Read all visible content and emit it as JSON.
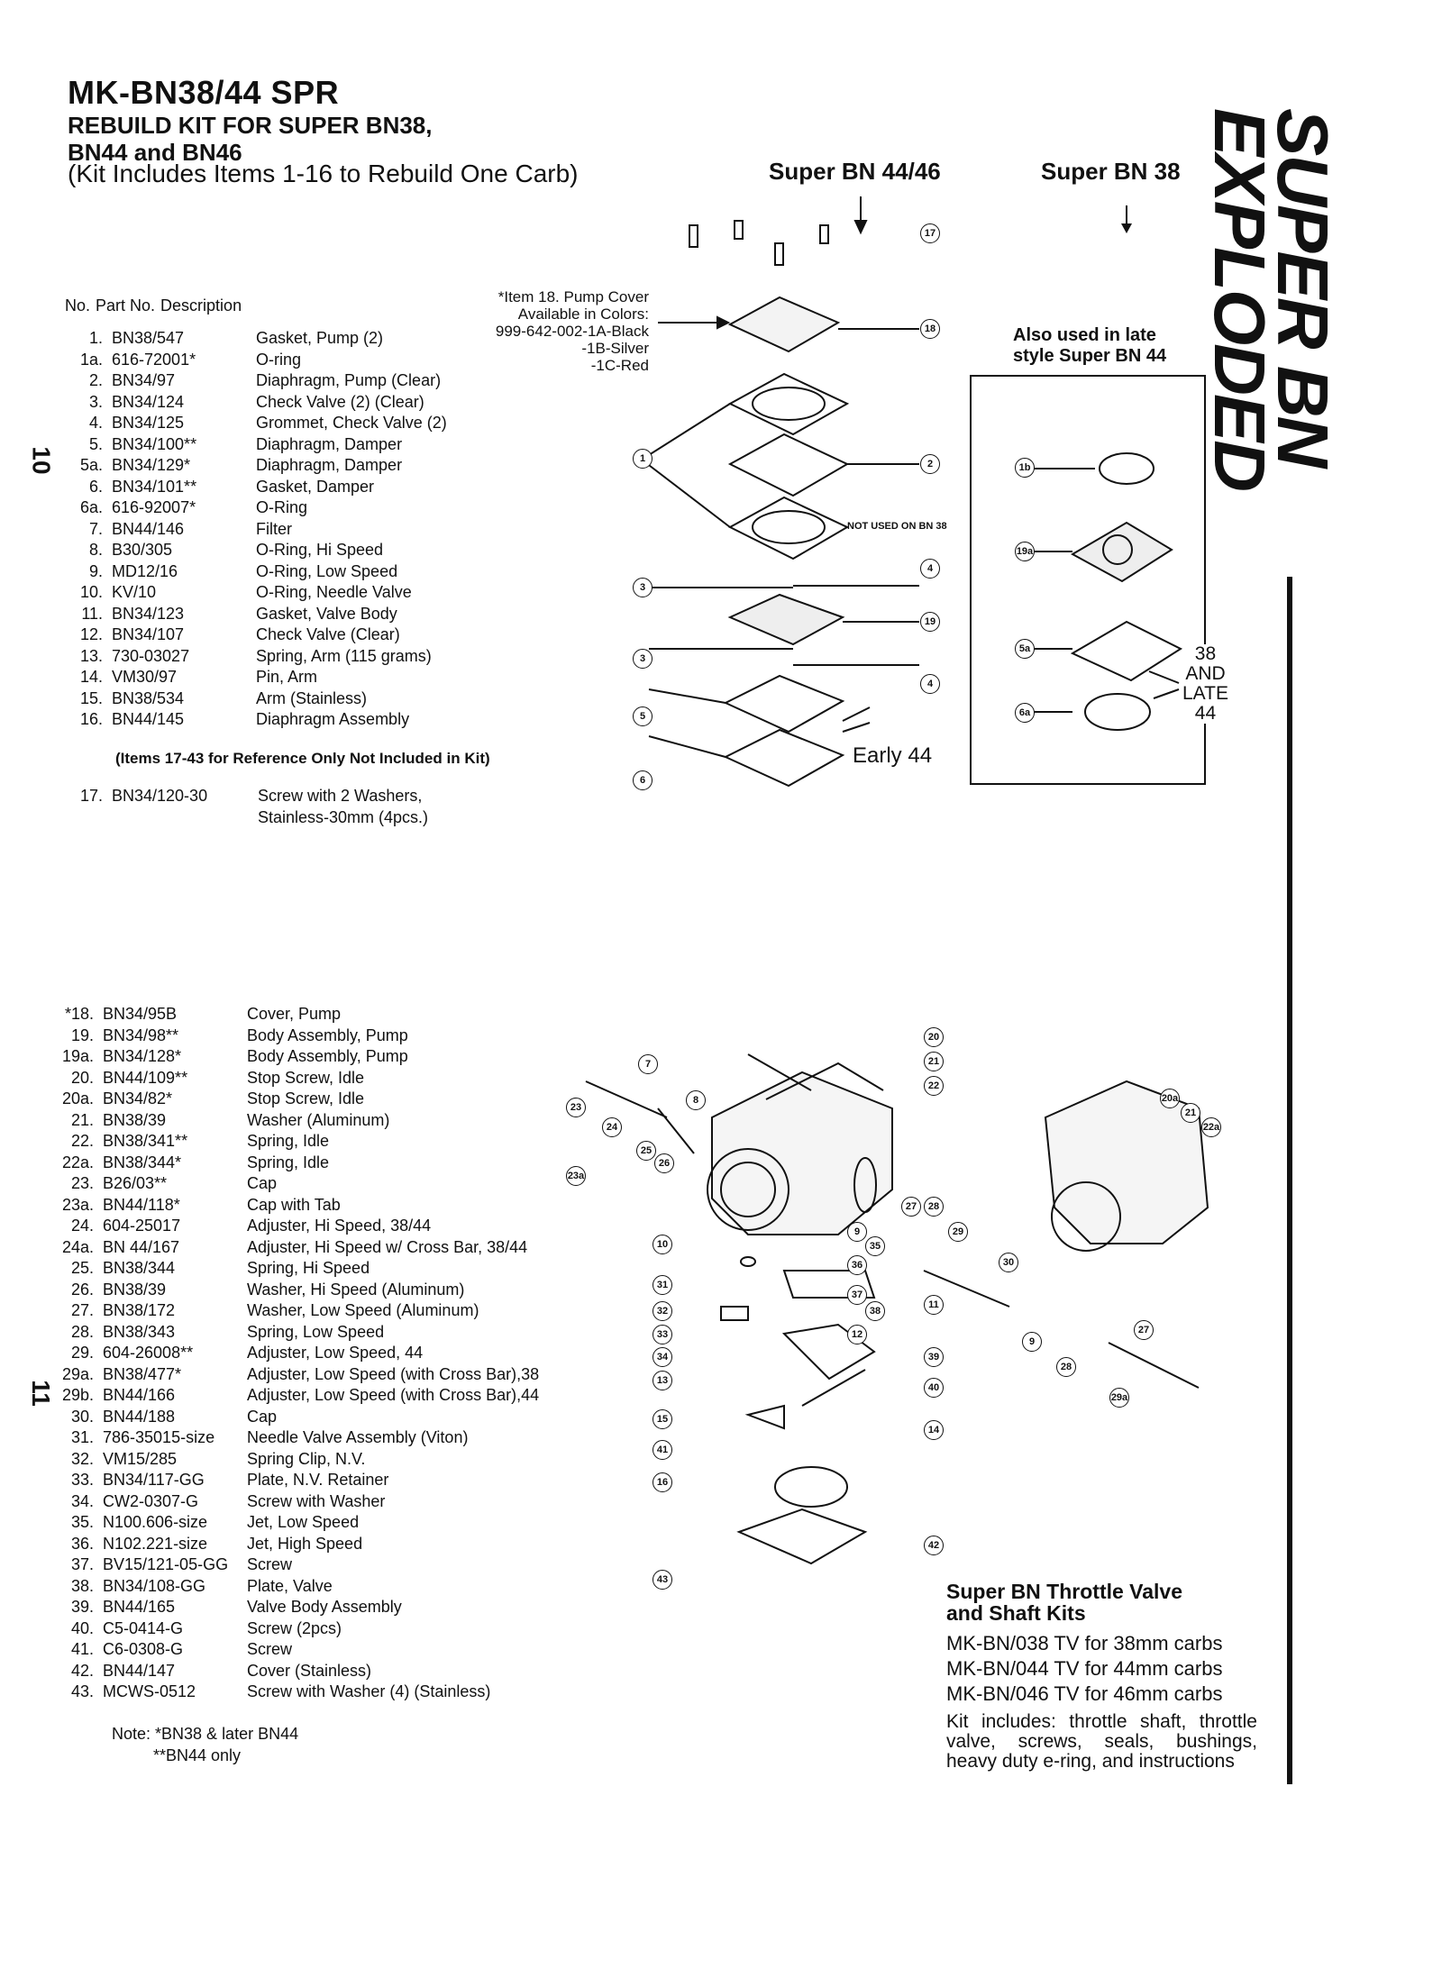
{
  "header": {
    "title": "MK-BN38/44 SPR",
    "subtitle_line1": "REBUILD KIT FOR SUPER BN38,",
    "subtitle_line2": "BN44 and BN46",
    "subtitle_line3": "(Kit Includes Items 1-16 to Rebuild One Carb)"
  },
  "diagram_headers": {
    "left": "Super BN 44/46",
    "right": "Super BN 38"
  },
  "side_banner": {
    "line1": "SUPER BN",
    "line2": "EXPLODED"
  },
  "page_numbers": {
    "upper": "10",
    "lower": "11"
  },
  "table_header": {
    "no": "No.",
    "part": "Part No.",
    "desc": "Description"
  },
  "pump_cover_note": {
    "line1": "*Item 18. Pump Cover",
    "line2": "Available in Colors:",
    "line3": "999-642-002-1A-Black",
    "line4": "-1B-Silver",
    "line5": "-1C-Red"
  },
  "kit_items": [
    {
      "no": "1.",
      "part": "BN38/547",
      "desc": "Gasket, Pump (2)"
    },
    {
      "no": "1a.",
      "part": "616-72001*",
      "desc": "O-ring"
    },
    {
      "no": "2.",
      "part": "BN34/97",
      "desc": "Diaphragm, Pump (Clear)"
    },
    {
      "no": "3.",
      "part": "BN34/124",
      "desc": "Check Valve (2) (Clear)"
    },
    {
      "no": "4.",
      "part": "BN34/125",
      "desc": "Grommet, Check Valve (2)"
    },
    {
      "no": "5.",
      "part": "BN34/100**",
      "desc": "Diaphragm, Damper"
    },
    {
      "no": "5a.",
      "part": "BN34/129*",
      "desc": "Diaphragm, Damper"
    },
    {
      "no": "6.",
      "part": "BN34/101**",
      "desc": "Gasket, Damper"
    },
    {
      "no": "6a.",
      "part": "616-92007*",
      "desc": "O-Ring"
    },
    {
      "no": "7.",
      "part": "BN44/146",
      "desc": "Filter"
    },
    {
      "no": "8.",
      "part": "B30/305",
      "desc": "O-Ring, Hi Speed"
    },
    {
      "no": "9.",
      "part": "MD12/16",
      "desc": "O-Ring, Low Speed"
    },
    {
      "no": "10.",
      "part": "KV/10",
      "desc": "O-Ring, Needle Valve"
    },
    {
      "no": "11.",
      "part": "BN34/123",
      "desc": "Gasket, Valve Body"
    },
    {
      "no": "12.",
      "part": "BN34/107",
      "desc": "Check Valve (Clear)"
    },
    {
      "no": "13.",
      "part": "730-03027",
      "desc": "Spring, Arm (115 grams)"
    },
    {
      "no": "14.",
      "part": "VM30/97",
      "desc": "Pin, Arm"
    },
    {
      "no": "15.",
      "part": "BN38/534",
      "desc": "Arm (Stainless)"
    },
    {
      "no": "16.",
      "part": "BN44/145",
      "desc": "Diaphragm Assembly"
    }
  ],
  "reference_note": "(Items 17-43 for Reference Only Not Included in Kit)",
  "item17": {
    "no": "17.",
    "part": "BN34/120-30",
    "desc1": "Screw with 2 Washers,",
    "desc2": "Stainless-30mm (4pcs.)"
  },
  "ref_items": [
    {
      "no": "*18.",
      "part": "BN34/95B",
      "desc": "Cover, Pump"
    },
    {
      "no": "19.",
      "part": "BN34/98**",
      "desc": "Body Assembly, Pump"
    },
    {
      "no": "19a.",
      "part": "BN34/128*",
      "desc": "Body Assembly, Pump"
    },
    {
      "no": "20.",
      "part": "BN44/109**",
      "desc": "Stop Screw, Idle"
    },
    {
      "no": "20a.",
      "part": "BN34/82*",
      "desc": "Stop Screw, Idle"
    },
    {
      "no": "21.",
      "part": "BN38/39",
      "desc": "Washer (Aluminum)"
    },
    {
      "no": "22.",
      "part": "BN38/341**",
      "desc": "Spring, Idle"
    },
    {
      "no": "22a.",
      "part": "BN38/344*",
      "desc": "Spring, Idle"
    },
    {
      "no": "23.",
      "part": "B26/03**",
      "desc": "Cap"
    },
    {
      "no": "23a.",
      "part": "BN44/118*",
      "desc": "Cap with Tab"
    },
    {
      "no": "24.",
      "part": "604-25017",
      "desc": "Adjuster, Hi Speed, 38/44"
    },
    {
      "no": "24a.",
      "part": "BN 44/167",
      "desc": "Adjuster, Hi Speed w/ Cross Bar, 38/44"
    },
    {
      "no": "25.",
      "part": "BN38/344",
      "desc": "Spring, Hi Speed"
    },
    {
      "no": "26.",
      "part": "BN38/39",
      "desc": "Washer, Hi Speed (Aluminum)"
    },
    {
      "no": "27.",
      "part": "BN38/172",
      "desc": "Washer, Low Speed (Aluminum)"
    },
    {
      "no": "28.",
      "part": "BN38/343",
      "desc": "Spring, Low Speed"
    },
    {
      "no": "29.",
      "part": "604-26008**",
      "desc": "Adjuster, Low Speed, 44"
    },
    {
      "no": "29a.",
      "part": "BN38/477*",
      "desc": "Adjuster, Low Speed (with Cross Bar),38"
    },
    {
      "no": "29b.",
      "part": "BN44/166",
      "desc": "Adjuster, Low Speed (with Cross Bar),44"
    },
    {
      "no": "30.",
      "part": "BN44/188",
      "desc": "Cap"
    },
    {
      "no": "31.",
      "part": "786-35015-size",
      "desc": "Needle Valve Assembly (Viton)"
    },
    {
      "no": "32.",
      "part": "VM15/285",
      "desc": "Spring Clip, N.V."
    },
    {
      "no": "33.",
      "part": "BN34/117-GG",
      "desc": "Plate, N.V. Retainer"
    },
    {
      "no": "34.",
      "part": "CW2-0307-G",
      "desc": "Screw with Washer"
    },
    {
      "no": "35.",
      "part": "N100.606-size",
      "desc": "Jet, Low Speed"
    },
    {
      "no": "36.",
      "part": "N102.221-size",
      "desc": "Jet, High Speed"
    },
    {
      "no": "37.",
      "part": "BV15/121-05-GG",
      "desc": "Screw"
    },
    {
      "no": "38.",
      "part": "BN34/108-GG",
      "desc": "Plate, Valve"
    },
    {
      "no": "39.",
      "part": "BN44/165",
      "desc": "Valve Body Assembly"
    },
    {
      "no": "40.",
      "part": "C5-0414-G",
      "desc": "Screw (2pcs)"
    },
    {
      "no": "41.",
      "part": "C6-0308-G",
      "desc": "Screw"
    },
    {
      "no": "42.",
      "part": "BN44/147",
      "desc": "Cover (Stainless)"
    },
    {
      "no": "43.",
      "part": "MCWS-0512",
      "desc": "Screw with Washer (4) (Stainless)"
    }
  ],
  "footnote": {
    "line1": "Note: *BN38 & later BN44",
    "line2": "**BN44 only"
  },
  "inset_box": {
    "caption_line1": "Also used in late",
    "caption_line2": "style Super BN 44",
    "side_label": [
      "38",
      "AND",
      "LATE",
      "44"
    ]
  },
  "diagram_labels": {
    "not_used": "NOT USED ON BN 38",
    "early44": "Early 44"
  },
  "kits": {
    "heading1": "Super BN Throttle Valve",
    "heading2": "and Shaft Kits",
    "lines": [
      "MK-BN/038 TV for 38mm carbs",
      "MK-BN/044 TV for 44mm carbs",
      "MK-BN/046 TV for 46mm carbs"
    ],
    "includes": "Kit includes: throttle shaft, throttle valve, screws, seals, bushings, heavy duty e-ring, and instructions"
  },
  "callouts_top": [
    "17",
    "18",
    "1",
    "2",
    "4",
    "3",
    "19",
    "3",
    "4",
    "5",
    "6"
  ],
  "callouts_inset": [
    "1b",
    "19a",
    "5a",
    "6a"
  ],
  "callouts_bottom": [
    "20",
    "21",
    "22",
    "7",
    "8",
    "23",
    "24",
    "25",
    "26",
    "23a",
    "27",
    "28",
    "29",
    "9",
    "35",
    "10",
    "36",
    "30",
    "31",
    "37",
    "32",
    "38",
    "11",
    "33",
    "12",
    "34",
    "39",
    "13",
    "40",
    "15",
    "14",
    "41",
    "16",
    "42",
    "43"
  ],
  "callouts_right": [
    "20a",
    "21",
    "22a",
    "9",
    "27",
    "28",
    "29a"
  ]
}
